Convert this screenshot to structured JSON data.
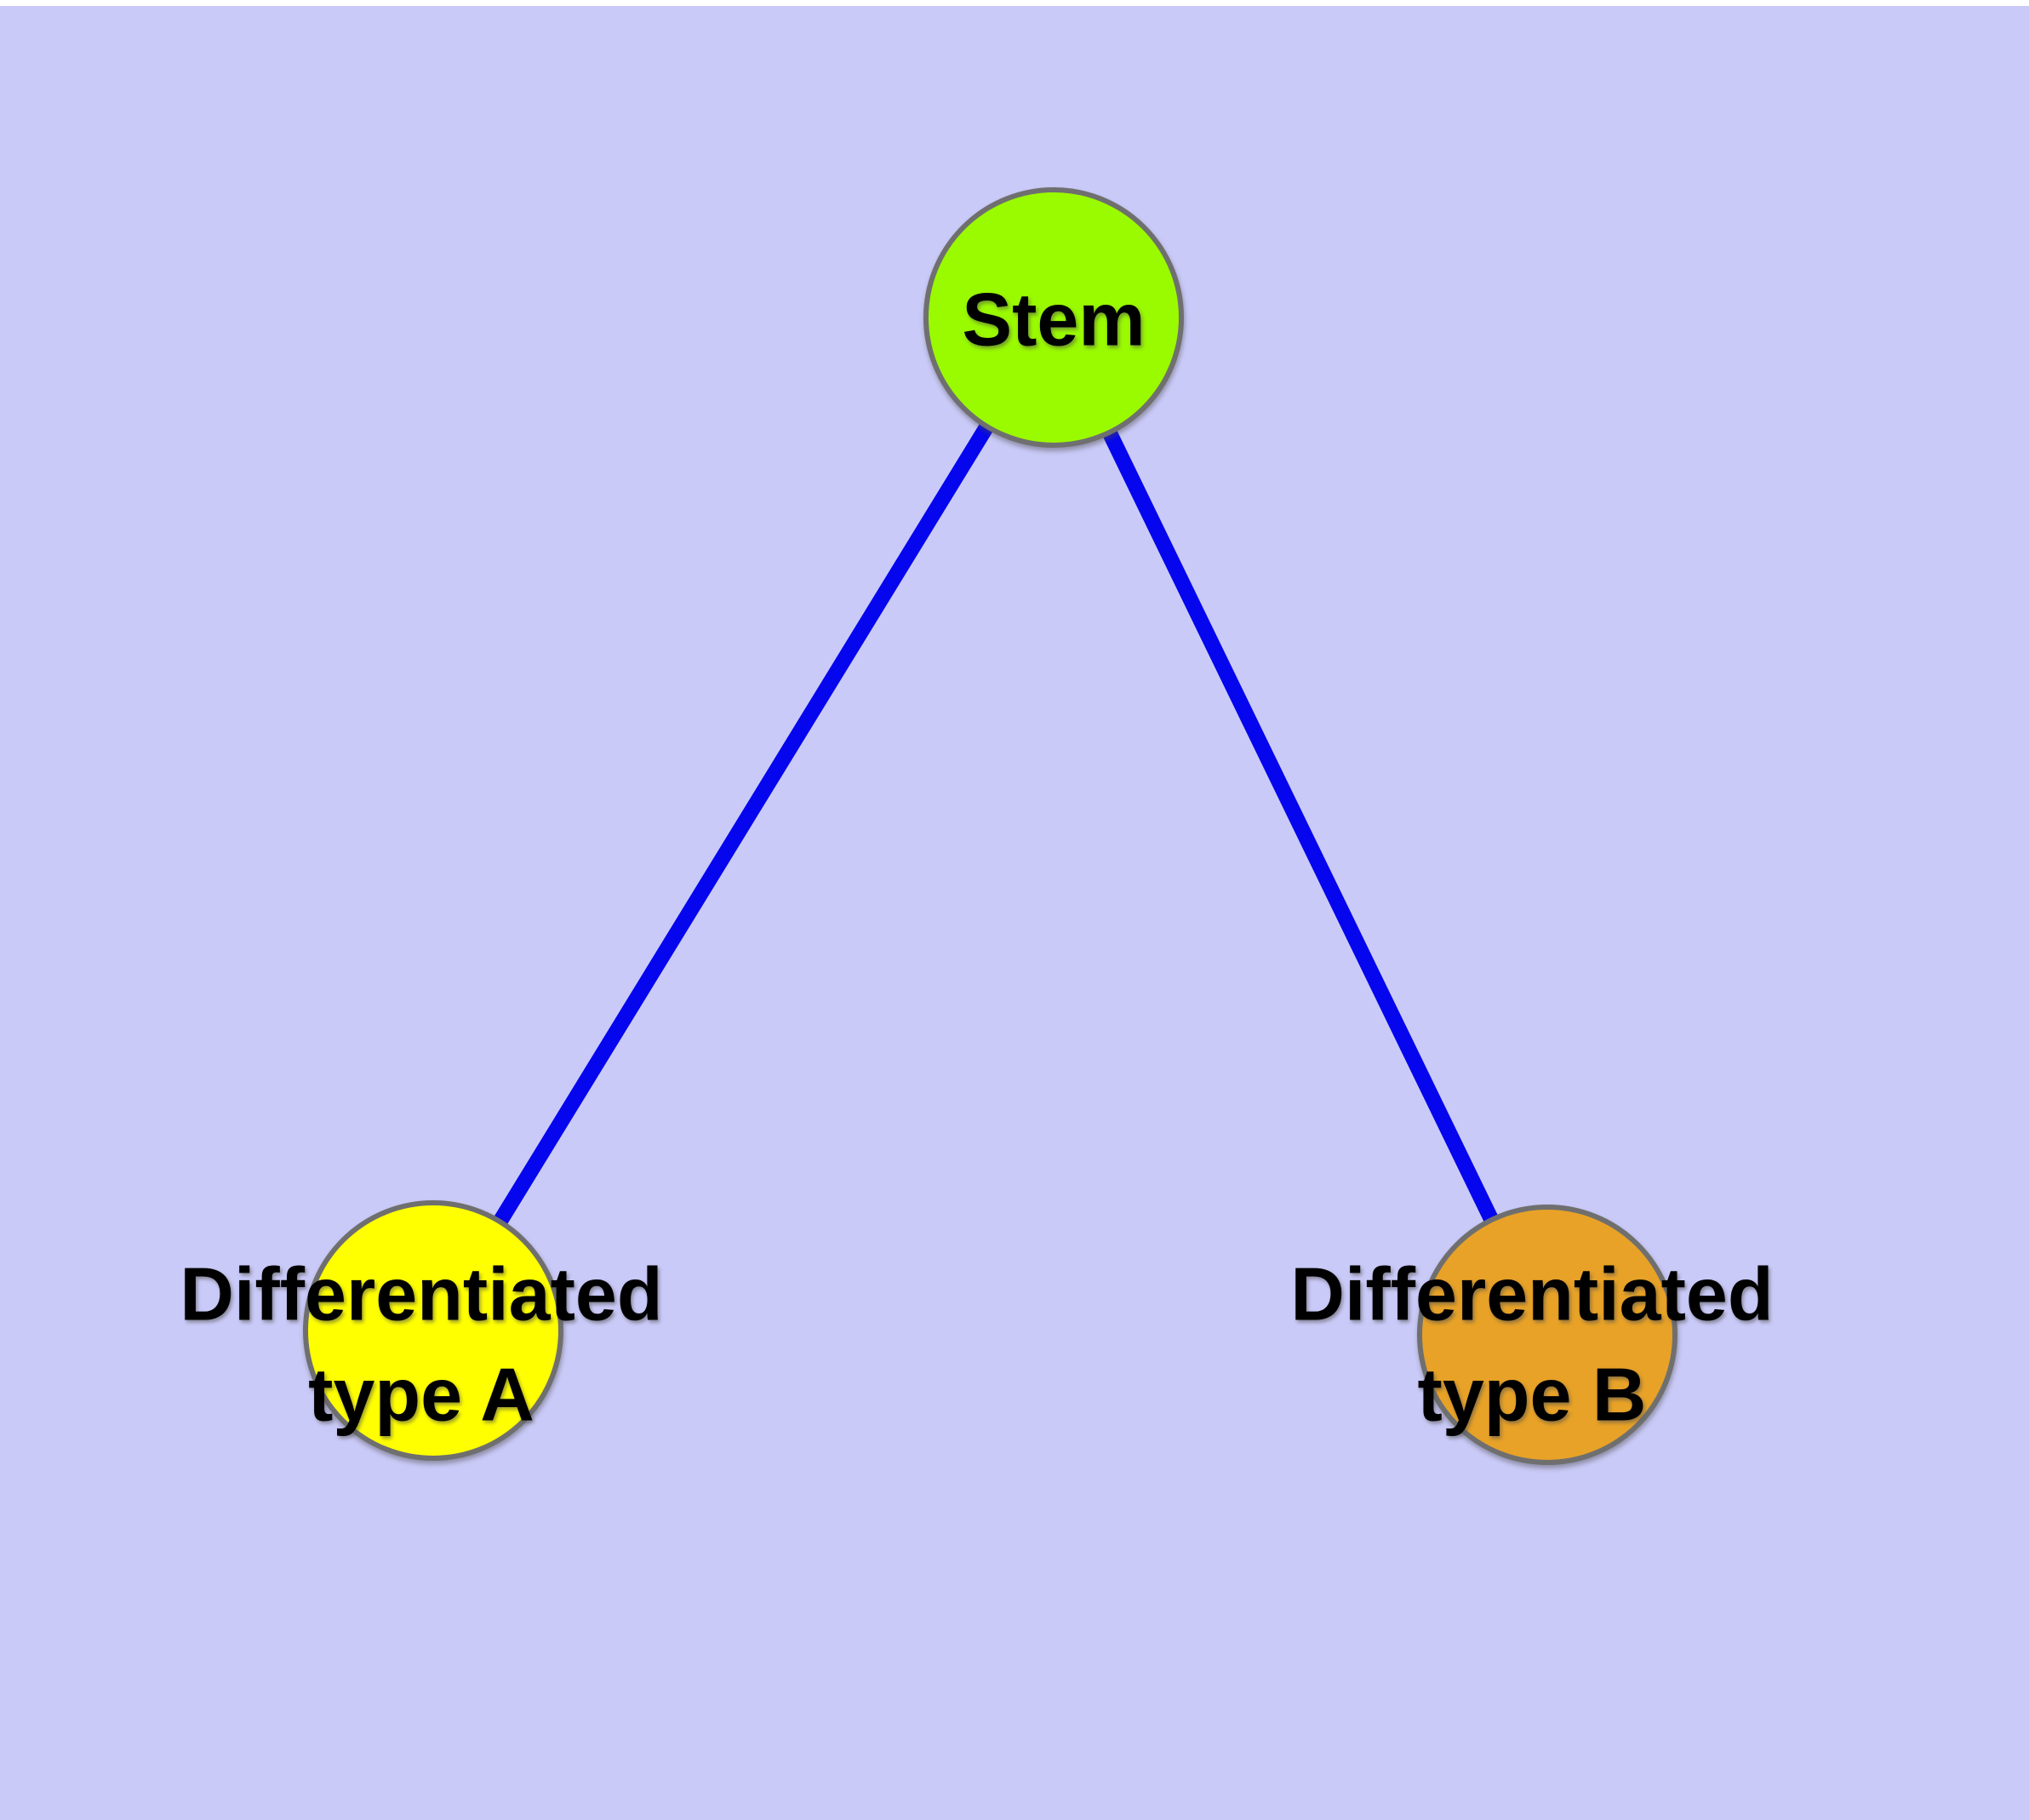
{
  "diagram": {
    "kind": "node-link-graph",
    "background_color": "#cacaf8",
    "margin_color": "#ffffff",
    "edge_color": "#0505ee",
    "node_border_color": "#6f6f6f",
    "label_color": "#000000",
    "nodes": [
      {
        "id": "stem",
        "label": "Stem",
        "line1": "Stem",
        "line2": "",
        "color": "#9afa00"
      },
      {
        "id": "differentiated-type-a",
        "label": "Differentiated type A",
        "line1": "Differentiated",
        "line2": "type A",
        "color": "#ffff00"
      },
      {
        "id": "differentiated-type-b",
        "label": "Differentiated type B",
        "line1": "Differentiated",
        "line2": "type B",
        "color": "#e8a227"
      }
    ],
    "edges": [
      {
        "from": "Stem",
        "to": "Differentiated type A"
      },
      {
        "from": "Stem",
        "to": "Differentiated type B"
      }
    ]
  }
}
